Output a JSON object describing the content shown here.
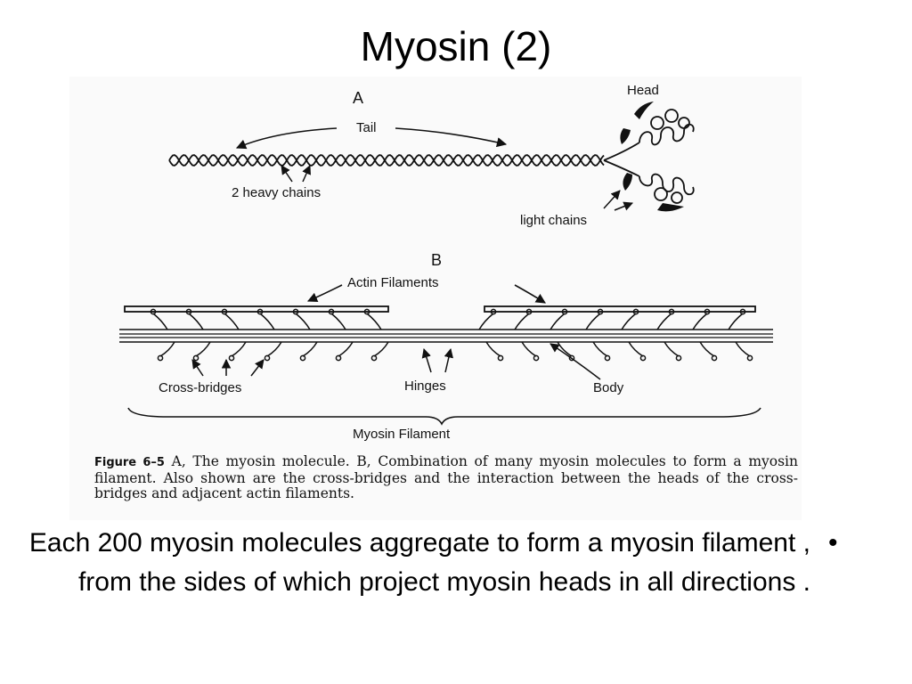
{
  "slide": {
    "title": "Myosin (2)",
    "bullet_marker": "•",
    "bullet_text": "Each 200 myosin molecules aggregate to form a myosin filament , from the sides of which project myosin heads in all directions ."
  },
  "figure": {
    "panel_a": {
      "letter": "A",
      "head_label": "Head",
      "tail_label": "Tail",
      "heavy_chains_label": "2 heavy chains",
      "light_chains_label": "light chains"
    },
    "panel_b": {
      "letter": "B",
      "actin_label": "Actin Filaments",
      "cross_bridges_label": "Cross-bridges",
      "hinges_label": "Hinges",
      "body_label": "Body",
      "filament_label": "Myosin Filament"
    },
    "caption": {
      "prefix": "Figure 6–5",
      "text": "A, The myosin molecule. B, Combination of many myosin molecules to form a myosin filament. Also shown are the cross-bridges and the interaction between the heads of the cross-bridges and adjacent actin filaments."
    }
  }
}
